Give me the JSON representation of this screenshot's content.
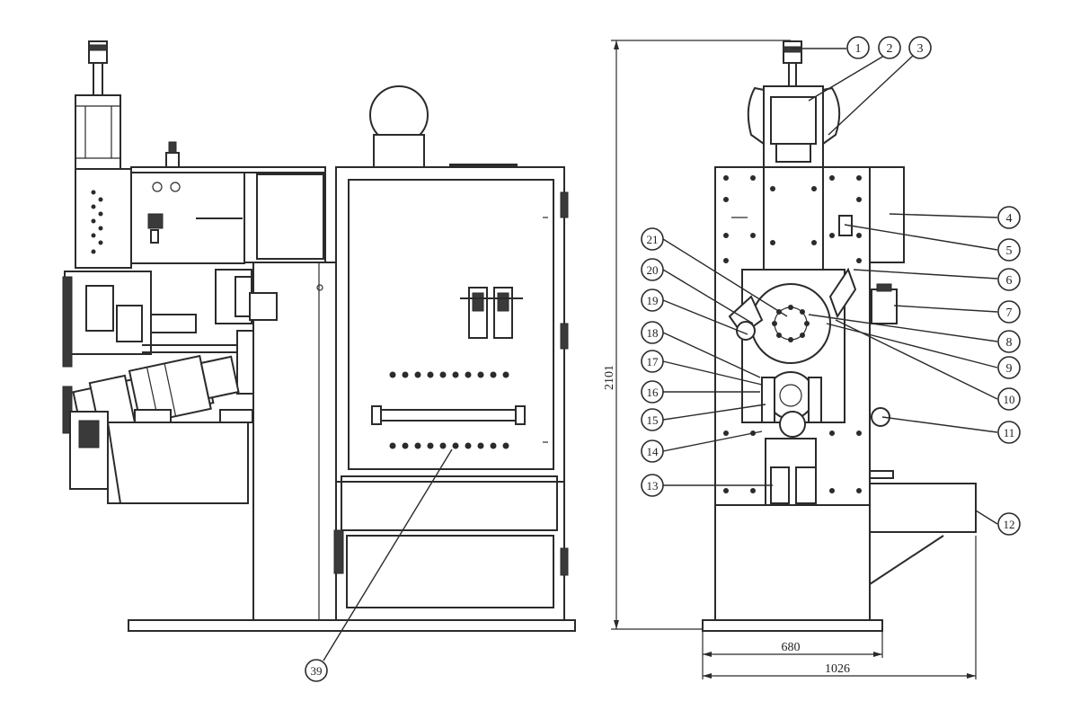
{
  "callouts": [
    "1",
    "2",
    "3",
    "4",
    "5",
    "6",
    "7",
    "8",
    "9",
    "10",
    "11",
    "12",
    "13",
    "14",
    "15",
    "16",
    "17",
    "18",
    "19",
    "20",
    "21",
    "39"
  ],
  "dimensions": {
    "height": "2101",
    "base_width": "680",
    "total_width": "1026"
  }
}
